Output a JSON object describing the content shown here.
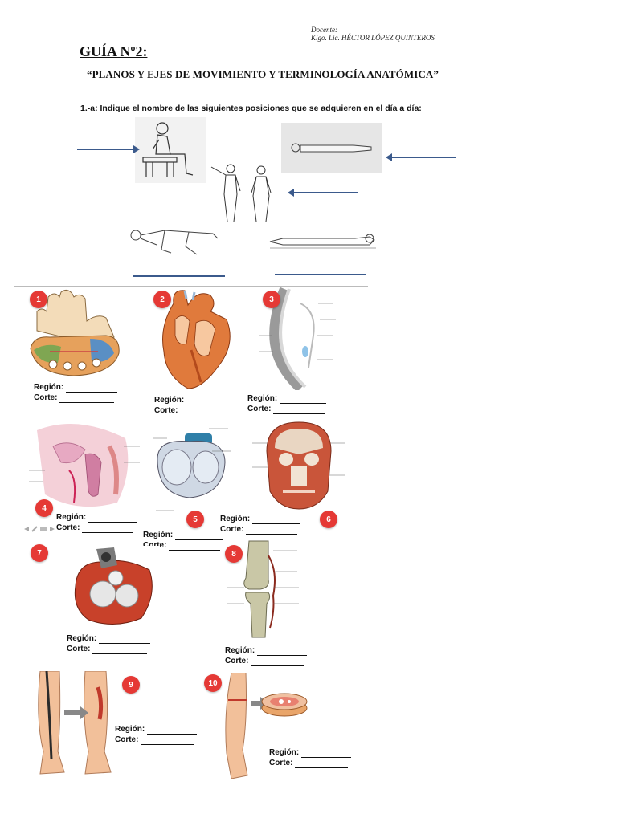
{
  "header": {
    "docente_label": "Docente:",
    "docente_name": "Klgo. Lic. HÉCTOR LÓPEZ QUINTEROS",
    "title": "GUÍA Nº2:",
    "subtitle": "“PLANOS Y EJES DE MOVIMIENTO Y TERMINOLOGÍA ANATÓMICA”"
  },
  "section1": {
    "question": "1.-a: Indique el nombre de las siguientes posiciones que se adquieren en el día a día:"
  },
  "fields": {
    "region_label": "Región:",
    "corte_label": "Corte:"
  },
  "figures": [
    {
      "number": "1",
      "subject": "hand-cross-section"
    },
    {
      "number": "2",
      "subject": "heart-section"
    },
    {
      "number": "3",
      "subject": "spine-sagittal"
    },
    {
      "number": "4",
      "subject": "pelvis-sagittal"
    },
    {
      "number": "5",
      "subject": "knee-meniscus"
    },
    {
      "number": "6",
      "subject": "head-coronal"
    },
    {
      "number": "7",
      "subject": "heart-valves"
    },
    {
      "number": "8",
      "subject": "knee-frontal"
    },
    {
      "number": "9",
      "subject": "leg-longitudinal"
    },
    {
      "number": "10",
      "subject": "arm-transverse"
    }
  ],
  "colors": {
    "badge": "#e53935",
    "arrow": "#3b5a8c"
  }
}
